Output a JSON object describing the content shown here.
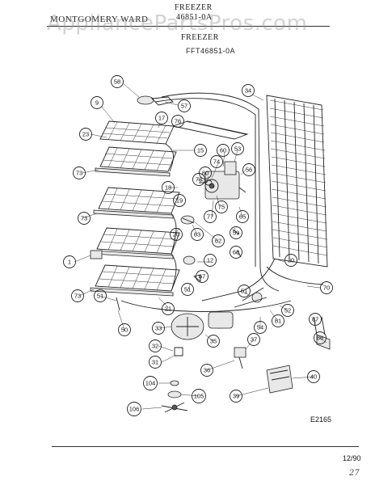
{
  "header": {
    "brand": "MONTGOMERY WARD",
    "category": "FREEZER",
    "code": "46851-0A",
    "section": "FREEZER",
    "model": "FFT46851-0A"
  },
  "watermark": "AppliancePartsPros.com",
  "diagram_code": "E2165",
  "date": "12/90",
  "handwritten_number": "27",
  "callouts": {
    "c58": "58",
    "c57": "57",
    "c34": "34",
    "c9": "9",
    "c17": "17",
    "c76": "76",
    "c23": "23",
    "c15": "15",
    "c60": "60",
    "c53": "53",
    "c74": "74",
    "c56": "56",
    "c73a": "73",
    "c80": "80",
    "c18": "18",
    "c78": "78",
    "c75": "75",
    "c19": "19",
    "c77": "77",
    "c65": "65",
    "c73b": "73",
    "c20": "20",
    "c63": "63",
    "c62": "62",
    "c59": "59",
    "c68": "68",
    "c1": "1",
    "c12": "12",
    "c30": "30",
    "c67": "67",
    "c73c": "73",
    "c51a": "51",
    "c51b": "51",
    "c70": "70",
    "c52": "52",
    "c21": "21",
    "c50": "50",
    "c54": "54",
    "c81": "81",
    "c87": "87",
    "c33": "33",
    "c35": "35",
    "c37": "37",
    "c86": "86",
    "c32": "32",
    "c31": "31",
    "c36": "36",
    "c40": "40",
    "c104": "104",
    "c105": "105",
    "c39": "39",
    "c106": "106"
  }
}
